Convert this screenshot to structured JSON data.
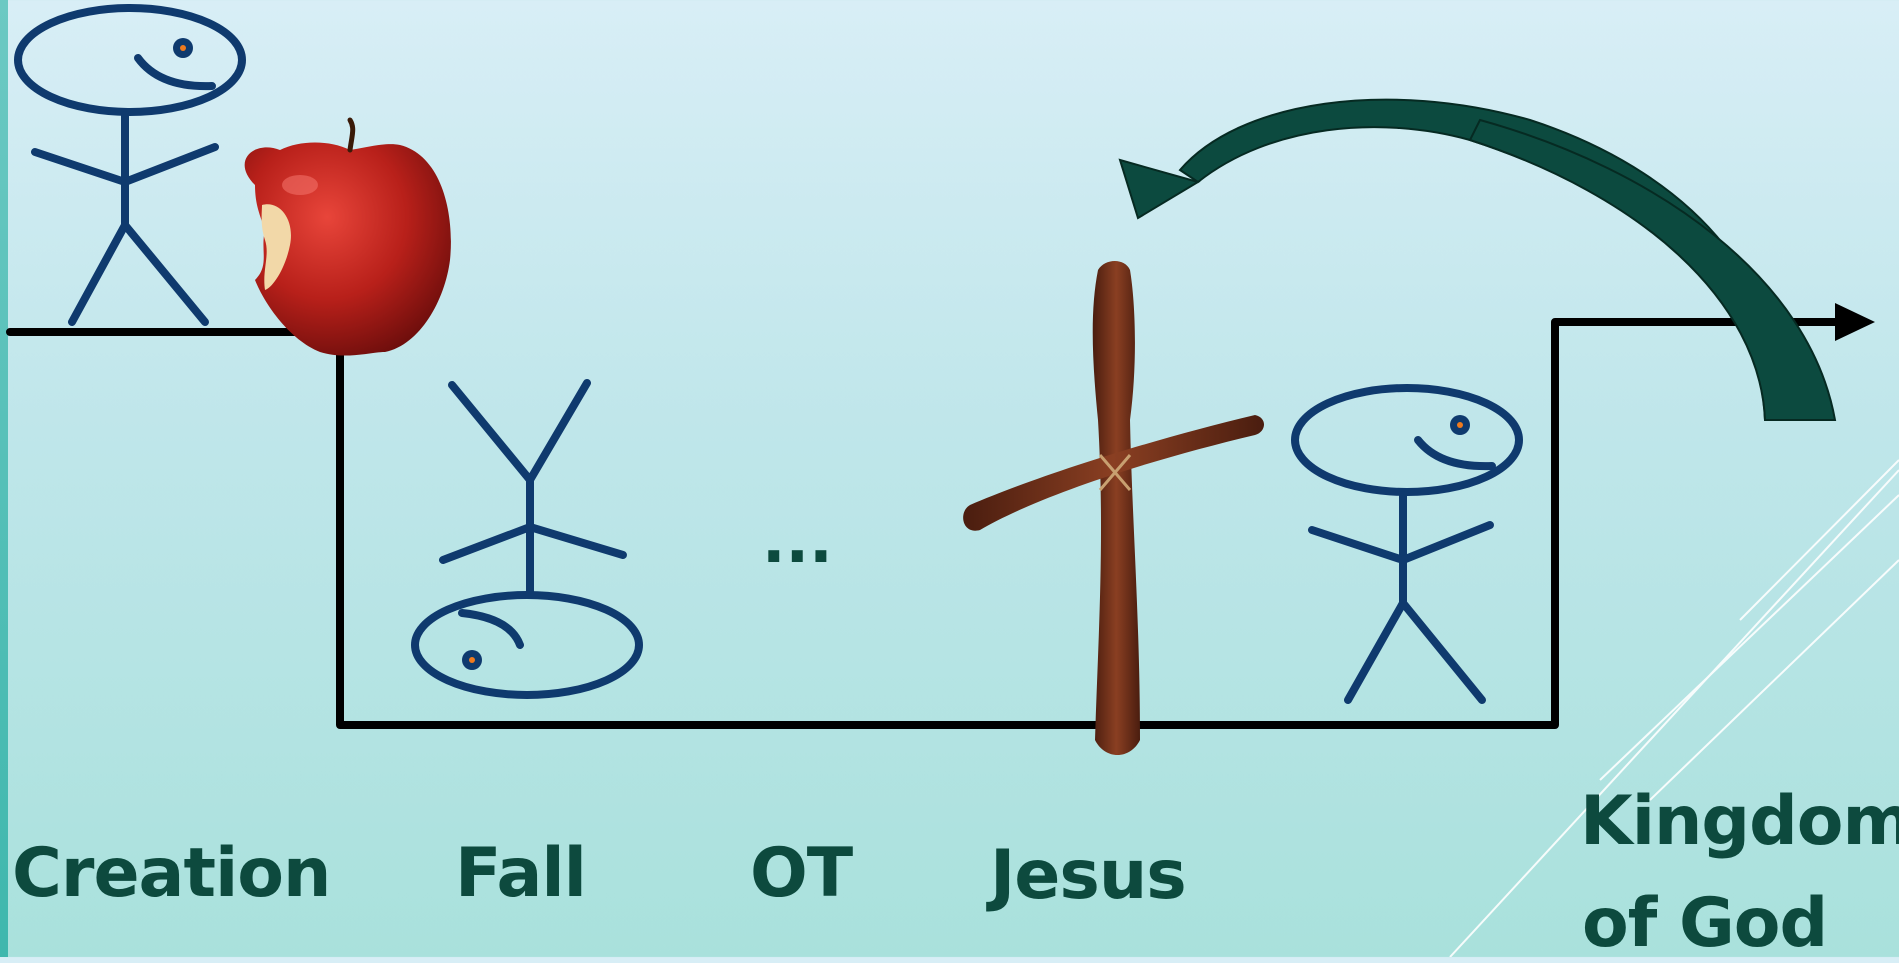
{
  "stages": [
    {
      "label": "Creation"
    },
    {
      "label": "Fall"
    },
    {
      "label": "OT"
    },
    {
      "label": "Jesus"
    },
    {
      "label_line1": "Kingdom",
      "label_line2": "of God"
    }
  ],
  "ellipsis": "...",
  "colors": {
    "figure": "#0f3a6e",
    "eye": "#f07a1e",
    "path_line": "#000000",
    "label_text": "#0d4a3e",
    "curved_arrow": "#0c4a3f",
    "apple": "#c0231b",
    "cross": "#6e2f1a"
  },
  "icons": {
    "apple": "bitten-apple-icon",
    "cross": "wooden-cross-icon",
    "stick_figure": "stick-figure-icon",
    "upside_down_figure": "upside-down-stick-figure-icon",
    "curved_arrow": "curved-arrow-icon",
    "arrow_head": "arrowhead-icon"
  }
}
